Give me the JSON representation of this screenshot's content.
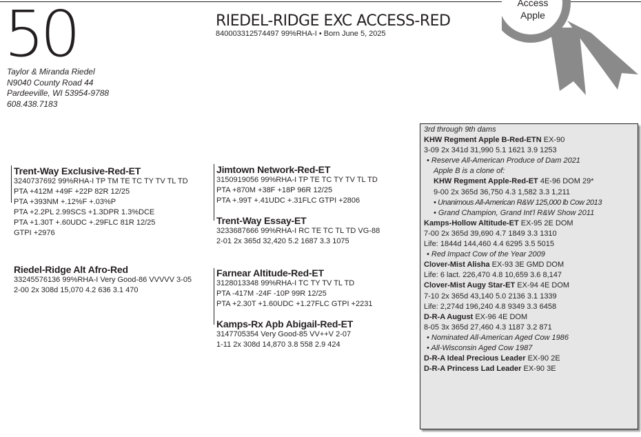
{
  "lot": {
    "number": "50"
  },
  "consignor": {
    "name": "Taylor & Miranda Riedel",
    "address1": "N9040 County Road 44",
    "address2": "Pardeeville, WI 53954-9788",
    "phone": "608.438.7183"
  },
  "animal": {
    "name": "RIEDEL-RIDGE EXC ACCESS-RED",
    "subtitle": "840003312574497 99%RHA-I  •  Born June 5, 2025"
  },
  "ribbon": {
    "line1": "Access",
    "line2": "Apple",
    "color": "#8a8a8a"
  },
  "sire": {
    "name": "Trent-Way Exclusive-Red-ET",
    "lines": [
      "3240737692 99%RHA-I TP TM TE TC TY TV TL TD",
      " PTA +412M +49F +22P 82R 12/25",
      " PTA +393NM +.12%F +.03%P",
      " PTA +2.2PL 2.99SCS +1.3DPR 1.3%DCE",
      " PTA +1.30T +.60UDC +.29FLC 81R 12/25",
      " GTPI +2976"
    ]
  },
  "sire_sire": {
    "name": "Jimtown Network-Red-ET",
    "lines": [
      "3150919056 99%RHA-I TP TE TC TY TV TL TD",
      " PTA +870M +38F +18P 96R 12/25",
      " PTA +.99T +.41UDC +.31FLC   GTPI +2806"
    ]
  },
  "sire_dam": {
    "name": "Trent-Way Essay-ET",
    "lines": [
      "3233687666 99%RHA-I RC TE TC TL TD   VG-88",
      "2-01 2x 365d 32,420 5.2 1687 3.3 1075"
    ]
  },
  "dam": {
    "name": "Riedel-Ridge Alt Afro-Red",
    "lines": [
      "33245576136 99%RHA-I  Very Good-86 VVVVV 3-05",
      " 2-00 2x 308d 15,070  4.2 636 3.1 470"
    ]
  },
  "dam_sire": {
    "name": "Farnear Altitude-Red-ET",
    "lines": [
      "3128013348 99%RHA-I TC TY TV TL TD",
      " PTA -417M -24F -10P 99R 12/25",
      " PTA +2.30T +1.60UDC +1.27FLC  GTPI +2231"
    ]
  },
  "dam_dam": {
    "name": "Kamps-Rx Apb Abigail-Red-ET",
    "lines": [
      "3147705354 Very Good-85 VV++V 2-07",
      " 1-11 2x 308d 14,870  3.8 558 2.9 424"
    ]
  },
  "dams_box": {
    "heading": "3rd through 9th dams",
    "d1_name": "KHW Regment Apple B-Red-ETN",
    "d1_score": " EX-90",
    "d1_rec": "3-09 2x 341d  31,990  5.1 1621 3.9 1253",
    "d1_award": "•  Reserve All-American Produce of Dam 2021",
    "d1_clone1": "Apple B is a clone of:",
    "clone_name": "KHW Regment Apple-Red-ET",
    "clone_score": " 4E-96 DOM 29*",
    "clone_rec": "9-00 2x 365d 36,750 4.3 1,582 3.3 1,211",
    "clone_award1": "• Unanimous All-American R&W 125,000 lb Cow 2013",
    "clone_award2": "• Grand Champion, Grand Int'l R&W Show 2011",
    "d2_name": "Kamps-Hollow Altitude-ET",
    "d2_score": " EX-95 2E DOM",
    "d2_rec": "7-00 2x 365d 39,690  4.7 1849 3.3 1310",
    "d2_life": "Life: 1844d 144,460 4.4 6295 3.5 5015",
    "d2_award": "•  Red Impact Cow of the Year 2009",
    "d3_name": "Clover-Mist Alisha",
    "d3_score": " EX-93 3E GMD DOM",
    "d3_life": "Life: 6 lact. 226,470 4.8 10,659 3.6 8,147",
    "d4_name": "Clover-Mist Augy Star-ET",
    "d4_score": "  EX-94 4E DOM",
    "d4_rec": "7-10 2x 365d  43,140  5.0  2136  3.1  1339",
    "d4_life": "Life: 2,274d  196,240  4.8  9349  3.3  6458",
    "d5_name": "D-R-A August",
    "d5_score": "  EX-96 4E DOM",
    "d5_rec": "8-05 3x 365d 27,460  4.3  1187  3.2  871",
    "d5_award1": "•  Nominated All-American Aged Cow 1986",
    "d5_award2": "•  All-Wisconsin Aged Cow 1987",
    "d6_name": "D-R-A Ideal Precious Leader",
    "d6_score": "  EX-90 2E",
    "d7_name": "D-R-A Princess Lad Leader",
    "d7_score": "  EX-90 3E"
  }
}
